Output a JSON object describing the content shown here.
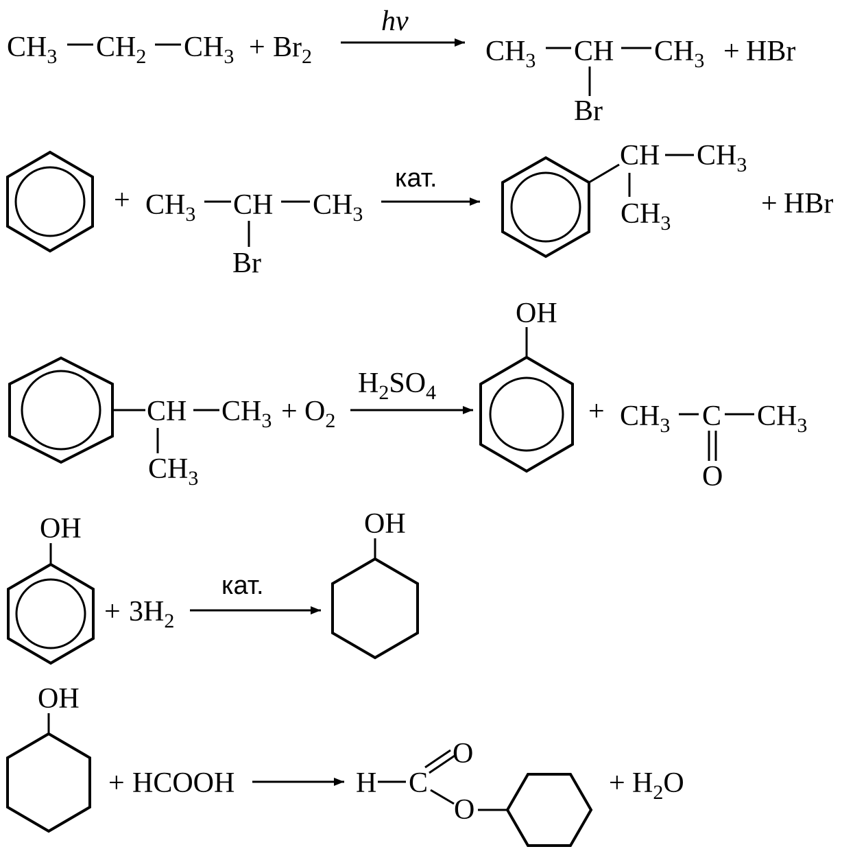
{
  "labels": {
    "ch3": "CH",
    "ch2": "CH",
    "ch": "CH",
    "sub3": "3",
    "sub2": "2",
    "sub4": "4",
    "br": "Br",
    "br2": "Br",
    "hbr": "HBr",
    "plus": "+",
    "hv": "hv",
    "kat": "кат.",
    "h": "H",
    "so": "SO",
    "o": "O",
    "c": "C",
    "oh": "OH",
    "h3": "3H",
    "hcooh": "HCOOH"
  }
}
